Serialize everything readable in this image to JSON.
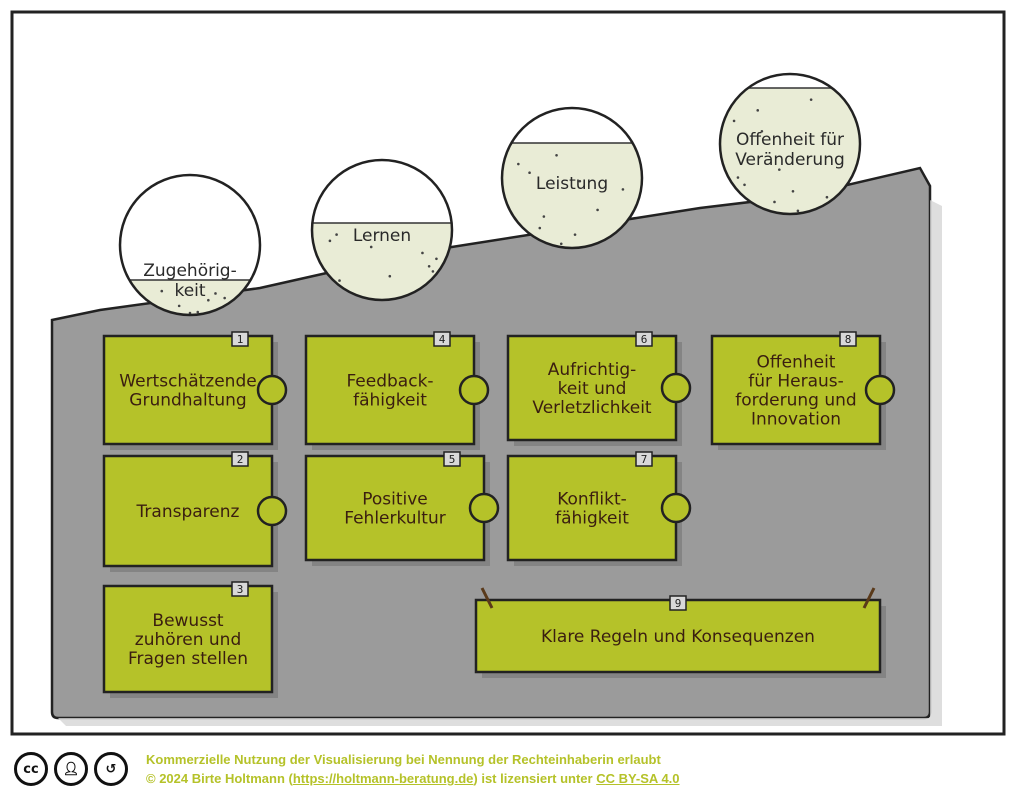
{
  "balls": [
    {
      "label": "Zugehörig-\nkeit",
      "fill_level": 0.25
    },
    {
      "label": "Lernen",
      "fill_level": 0.55
    },
    {
      "label": "Leistung",
      "fill_level": 0.75
    },
    {
      "label": "Offenheit für\nVeränderung",
      "fill_level": 0.9
    }
  ],
  "pieces": [
    {
      "number": "1",
      "label": "Wertschätzende\nGrundhaltung"
    },
    {
      "number": "2",
      "label": "Transparenz"
    },
    {
      "number": "3",
      "label": "Bewusst\nzuhören und\nFragen stellen"
    },
    {
      "number": "4",
      "label": "Feedback-\nfähigkeit"
    },
    {
      "number": "5",
      "label": "Positive\nFehlerkultur"
    },
    {
      "number": "6",
      "label": "Aufrichtig-\nkeit und\nVerletzlichkeit"
    },
    {
      "number": "7",
      "label": "Konflikt-\nfähigkeit"
    },
    {
      "number": "8",
      "label": "Offenheit\nfür Heraus-\nforderung und\nInnovation"
    },
    {
      "number": "9",
      "label": "Klare Regeln und Konsequenzen"
    }
  ],
  "colors": {
    "piece_fill": "#b5c229",
    "ground": "#9b9b9b",
    "ball_liquid": "#e9ecd6",
    "accent_text": "#b5c229"
  },
  "footer": {
    "icons": [
      "creative-commons-icon",
      "attribution-icon",
      "share-alike-icon"
    ],
    "line1": "Kommerzielle Nutzung der Visualisierung bei Nennung der Rechteinhaberin erlaubt",
    "line2_prefix": "© 2024 Birte Holtmann (",
    "link_url": "https://holtmann-beratung.de",
    "line2_mid": ") ist lizensiert unter ",
    "license": "CC BY-SA 4.0"
  }
}
